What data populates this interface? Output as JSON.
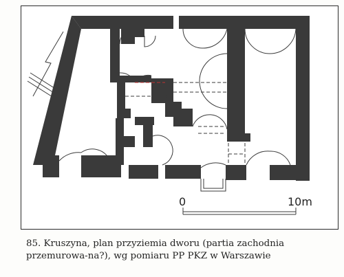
{
  "figure": {
    "caption": "85. Kruszyna, plan przyziemia dworu (partia zachodnia przemurowa-na?), wg pomiaru PP PKZ w Warszawie",
    "scale_bar": {
      "start_label": "0",
      "end_label": "10m"
    }
  }
}
